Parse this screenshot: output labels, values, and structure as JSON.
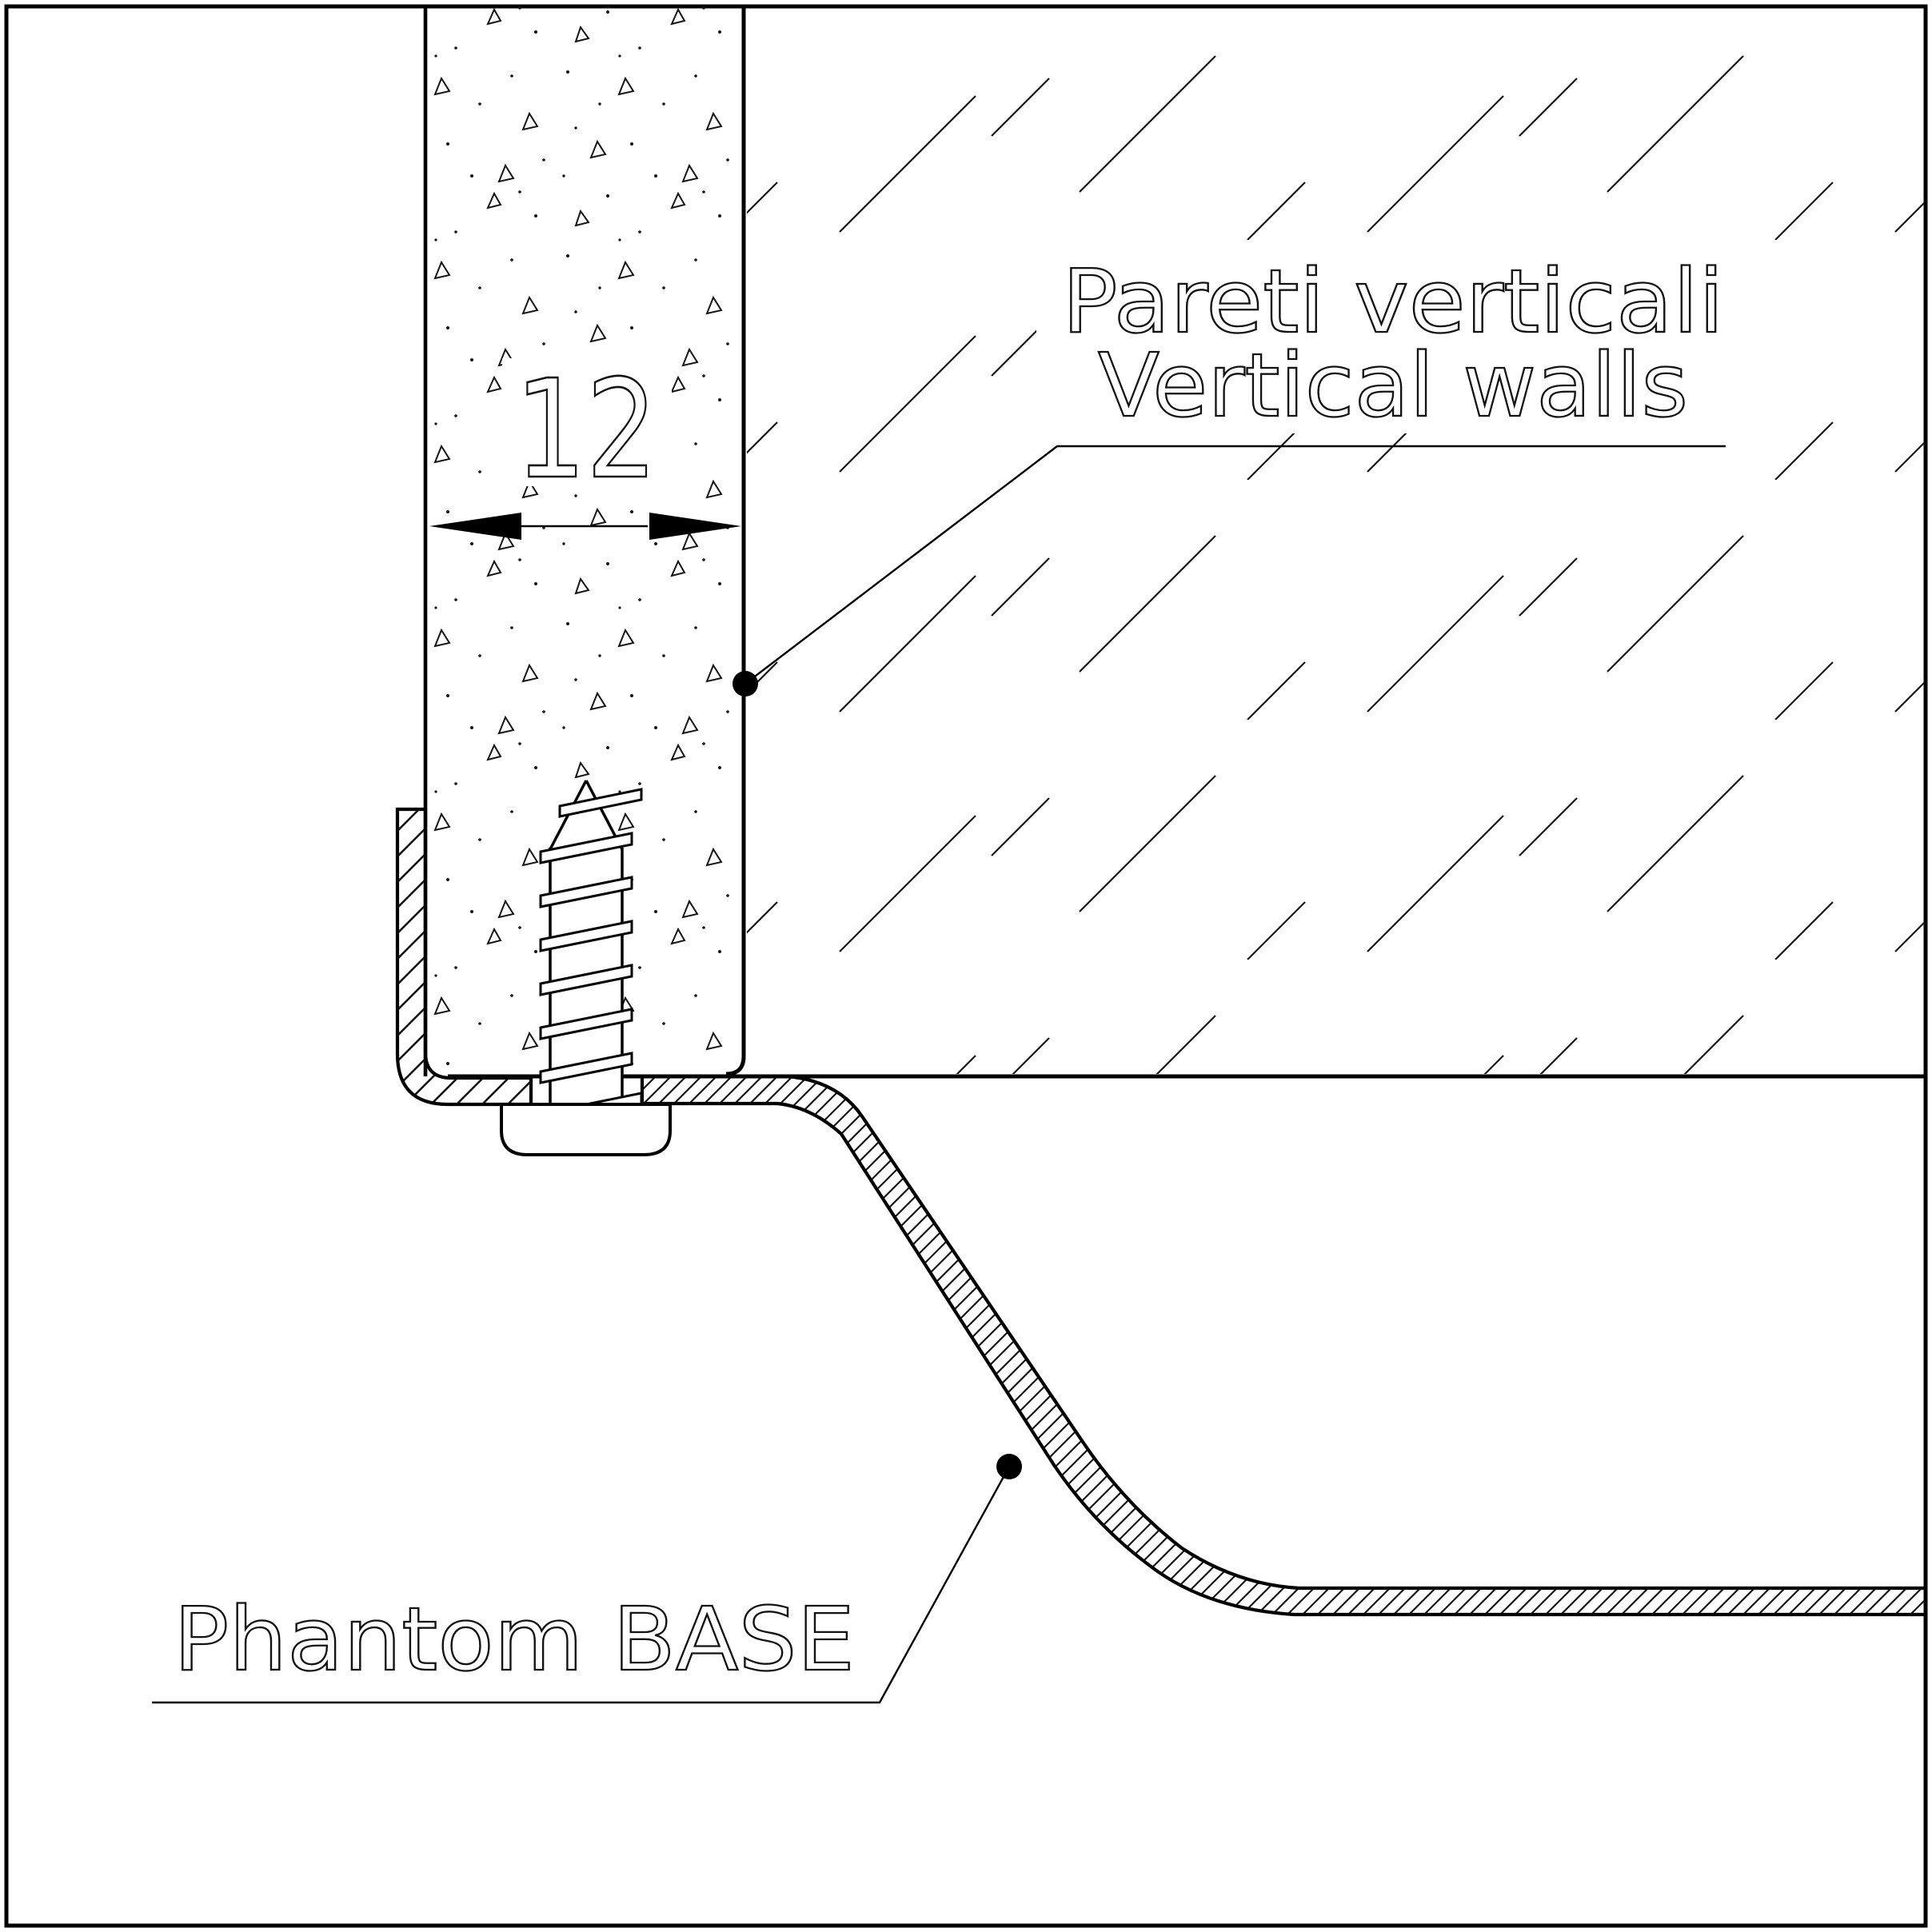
{
  "drawing": {
    "type": "cad-detail-section",
    "background_color": "#ffffff",
    "line_color": "#000000",
    "dimension": {
      "value": "12"
    },
    "labels": {
      "vertical_walls_line1": "Pareti verticali",
      "vertical_walls_line2": "Vertical walls",
      "phantom_base": "Phantom BASE"
    }
  }
}
